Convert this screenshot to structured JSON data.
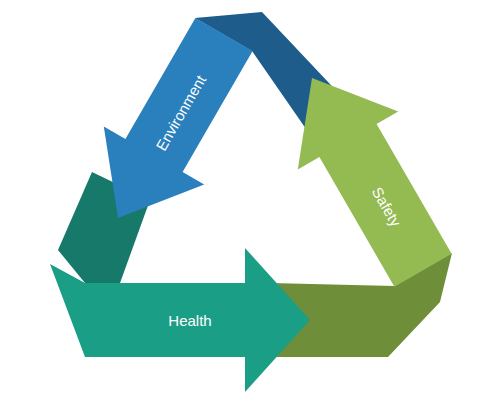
{
  "diagram": {
    "nodes": [
      {
        "text": [
          "Environment"
        ]
      },
      {
        "text": [
          "Safety"
        ]
      },
      {
        "text": [
          "Health"
        ]
      }
    ]
  }
}
